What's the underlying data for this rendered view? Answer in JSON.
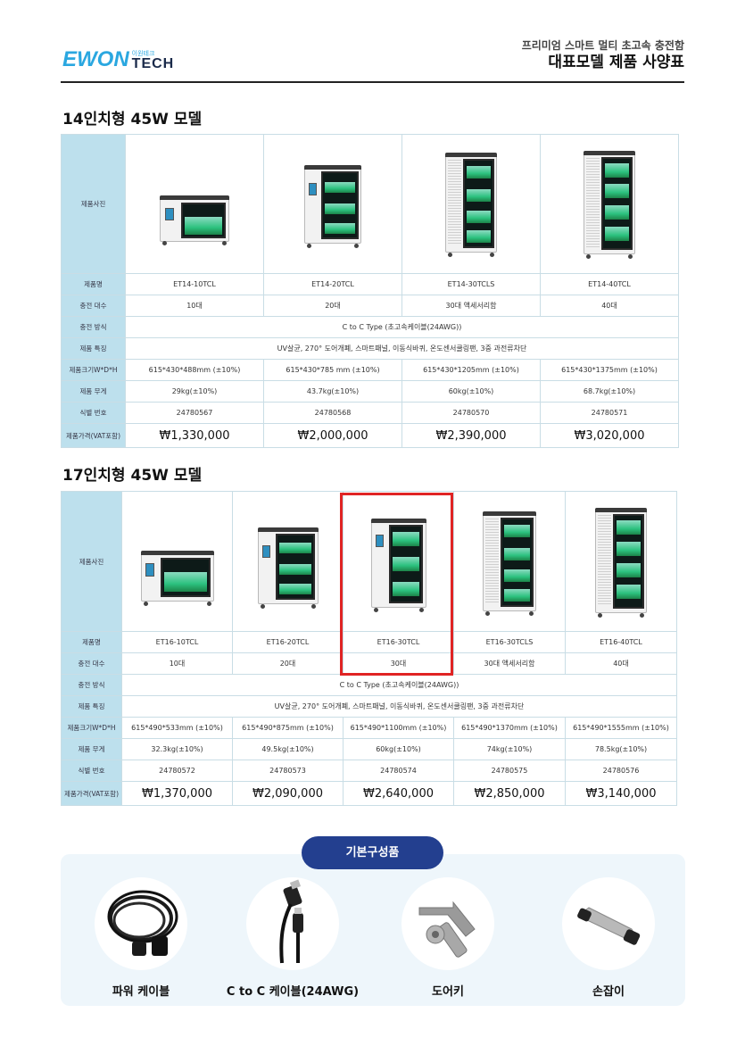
{
  "header": {
    "logo_main": "EWON",
    "logo_small": "이원테크",
    "logo_tech": "TECH",
    "subtitle": "프리미엄 스마트 멀티 초고속 충전함",
    "title": "대표모델 제품 사양표"
  },
  "row_labels": {
    "photo": "제품사진",
    "name": "제품명",
    "capacity": "충전 대수",
    "method": "충전 방식",
    "features": "제품 특징",
    "size": "제품크기W*D*H",
    "weight": "제품 무게",
    "id": "식별 번호",
    "price": "제품가격(VAT포함)"
  },
  "section14": {
    "title": "14인치형 45W 모델",
    "method": "C to C Type (초고속케이블(24AWG))",
    "features": "UV살균, 270° 도어개폐, 스마트패널, 이동식바퀴, 온도센서쿨링팬, 3중 과전류차단",
    "models": [
      {
        "name": "ET14-10TCL",
        "capacity": "10대",
        "size": "615*430*488mm (±10%)",
        "weight": "29kg(±10%)",
        "id": "24780567",
        "price": "₩1,330,000"
      },
      {
        "name": "ET14-20TCL",
        "capacity": "20대",
        "size": "615*430*785 mm (±10%)",
        "weight": "43.7kg(±10%)",
        "id": "24780568",
        "price": "₩2,000,000"
      },
      {
        "name": "ET14-30TCLS",
        "capacity": "30대 액세서리함",
        "size": "615*430*1205mm (±10%)",
        "weight": "60kg(±10%)",
        "id": "24780570",
        "price": "₩2,390,000"
      },
      {
        "name": "ET14-40TCL",
        "capacity": "40대",
        "size": "615*430*1375mm (±10%)",
        "weight": "68.7kg(±10%)",
        "id": "24780571",
        "price": "₩3,020,000"
      }
    ]
  },
  "section17": {
    "title": "17인치형 45W 모델",
    "method": "C to C Type (초고속케이블(24AWG))",
    "features": "UV살균, 270° 도어개폐, 스마트패널, 이동식바퀴, 온도센서쿨링팬, 3중 과전류차단",
    "models": [
      {
        "name": "ET16-10TCL",
        "capacity": "10대",
        "size": "615*490*533mm (±10%)",
        "weight": "32.3kg(±10%)",
        "id": "24780572",
        "price": "₩1,370,000"
      },
      {
        "name": "ET16-20TCL",
        "capacity": "20대",
        "size": "615*490*875mm (±10%)",
        "weight": "49.5kg(±10%)",
        "id": "24780573",
        "price": "₩2,090,000"
      },
      {
        "name": "ET16-30TCL",
        "capacity": "30대",
        "size": "615*490*1100mm (±10%)",
        "weight": "60kg(±10%)",
        "id": "24780574",
        "price": "₩2,640,000"
      },
      {
        "name": "ET16-30TCLS",
        "capacity": "30대 액세서리함",
        "size": "615*490*1370mm (±10%)",
        "weight": "74kg(±10%)",
        "id": "24780575",
        "price": "₩2,850,000"
      },
      {
        "name": "ET16-40TCL",
        "capacity": "40대",
        "size": "615*490*1555mm (±10%)",
        "weight": "78.5kg(±10%)",
        "id": "24780576",
        "price": "₩3,140,000"
      }
    ]
  },
  "accessories": {
    "title": "기본구성품",
    "items": [
      {
        "label": "파워 케이블",
        "icon": "power-cable-icon"
      },
      {
        "label": "C to C 케이블(24AWG)",
        "icon": "usb-c-cable-icon"
      },
      {
        "label": "도어키",
        "icon": "door-key-icon"
      },
      {
        "label": "손잡이",
        "icon": "handle-icon"
      }
    ]
  },
  "colors": {
    "row_header_bg": "#bde0ed",
    "border": "#c9dde5",
    "brand_blue": "#2aa7e0",
    "pill_navy": "#233f8f",
    "highlight_red": "#e02424",
    "accessory_bg": "#eef6fb"
  }
}
